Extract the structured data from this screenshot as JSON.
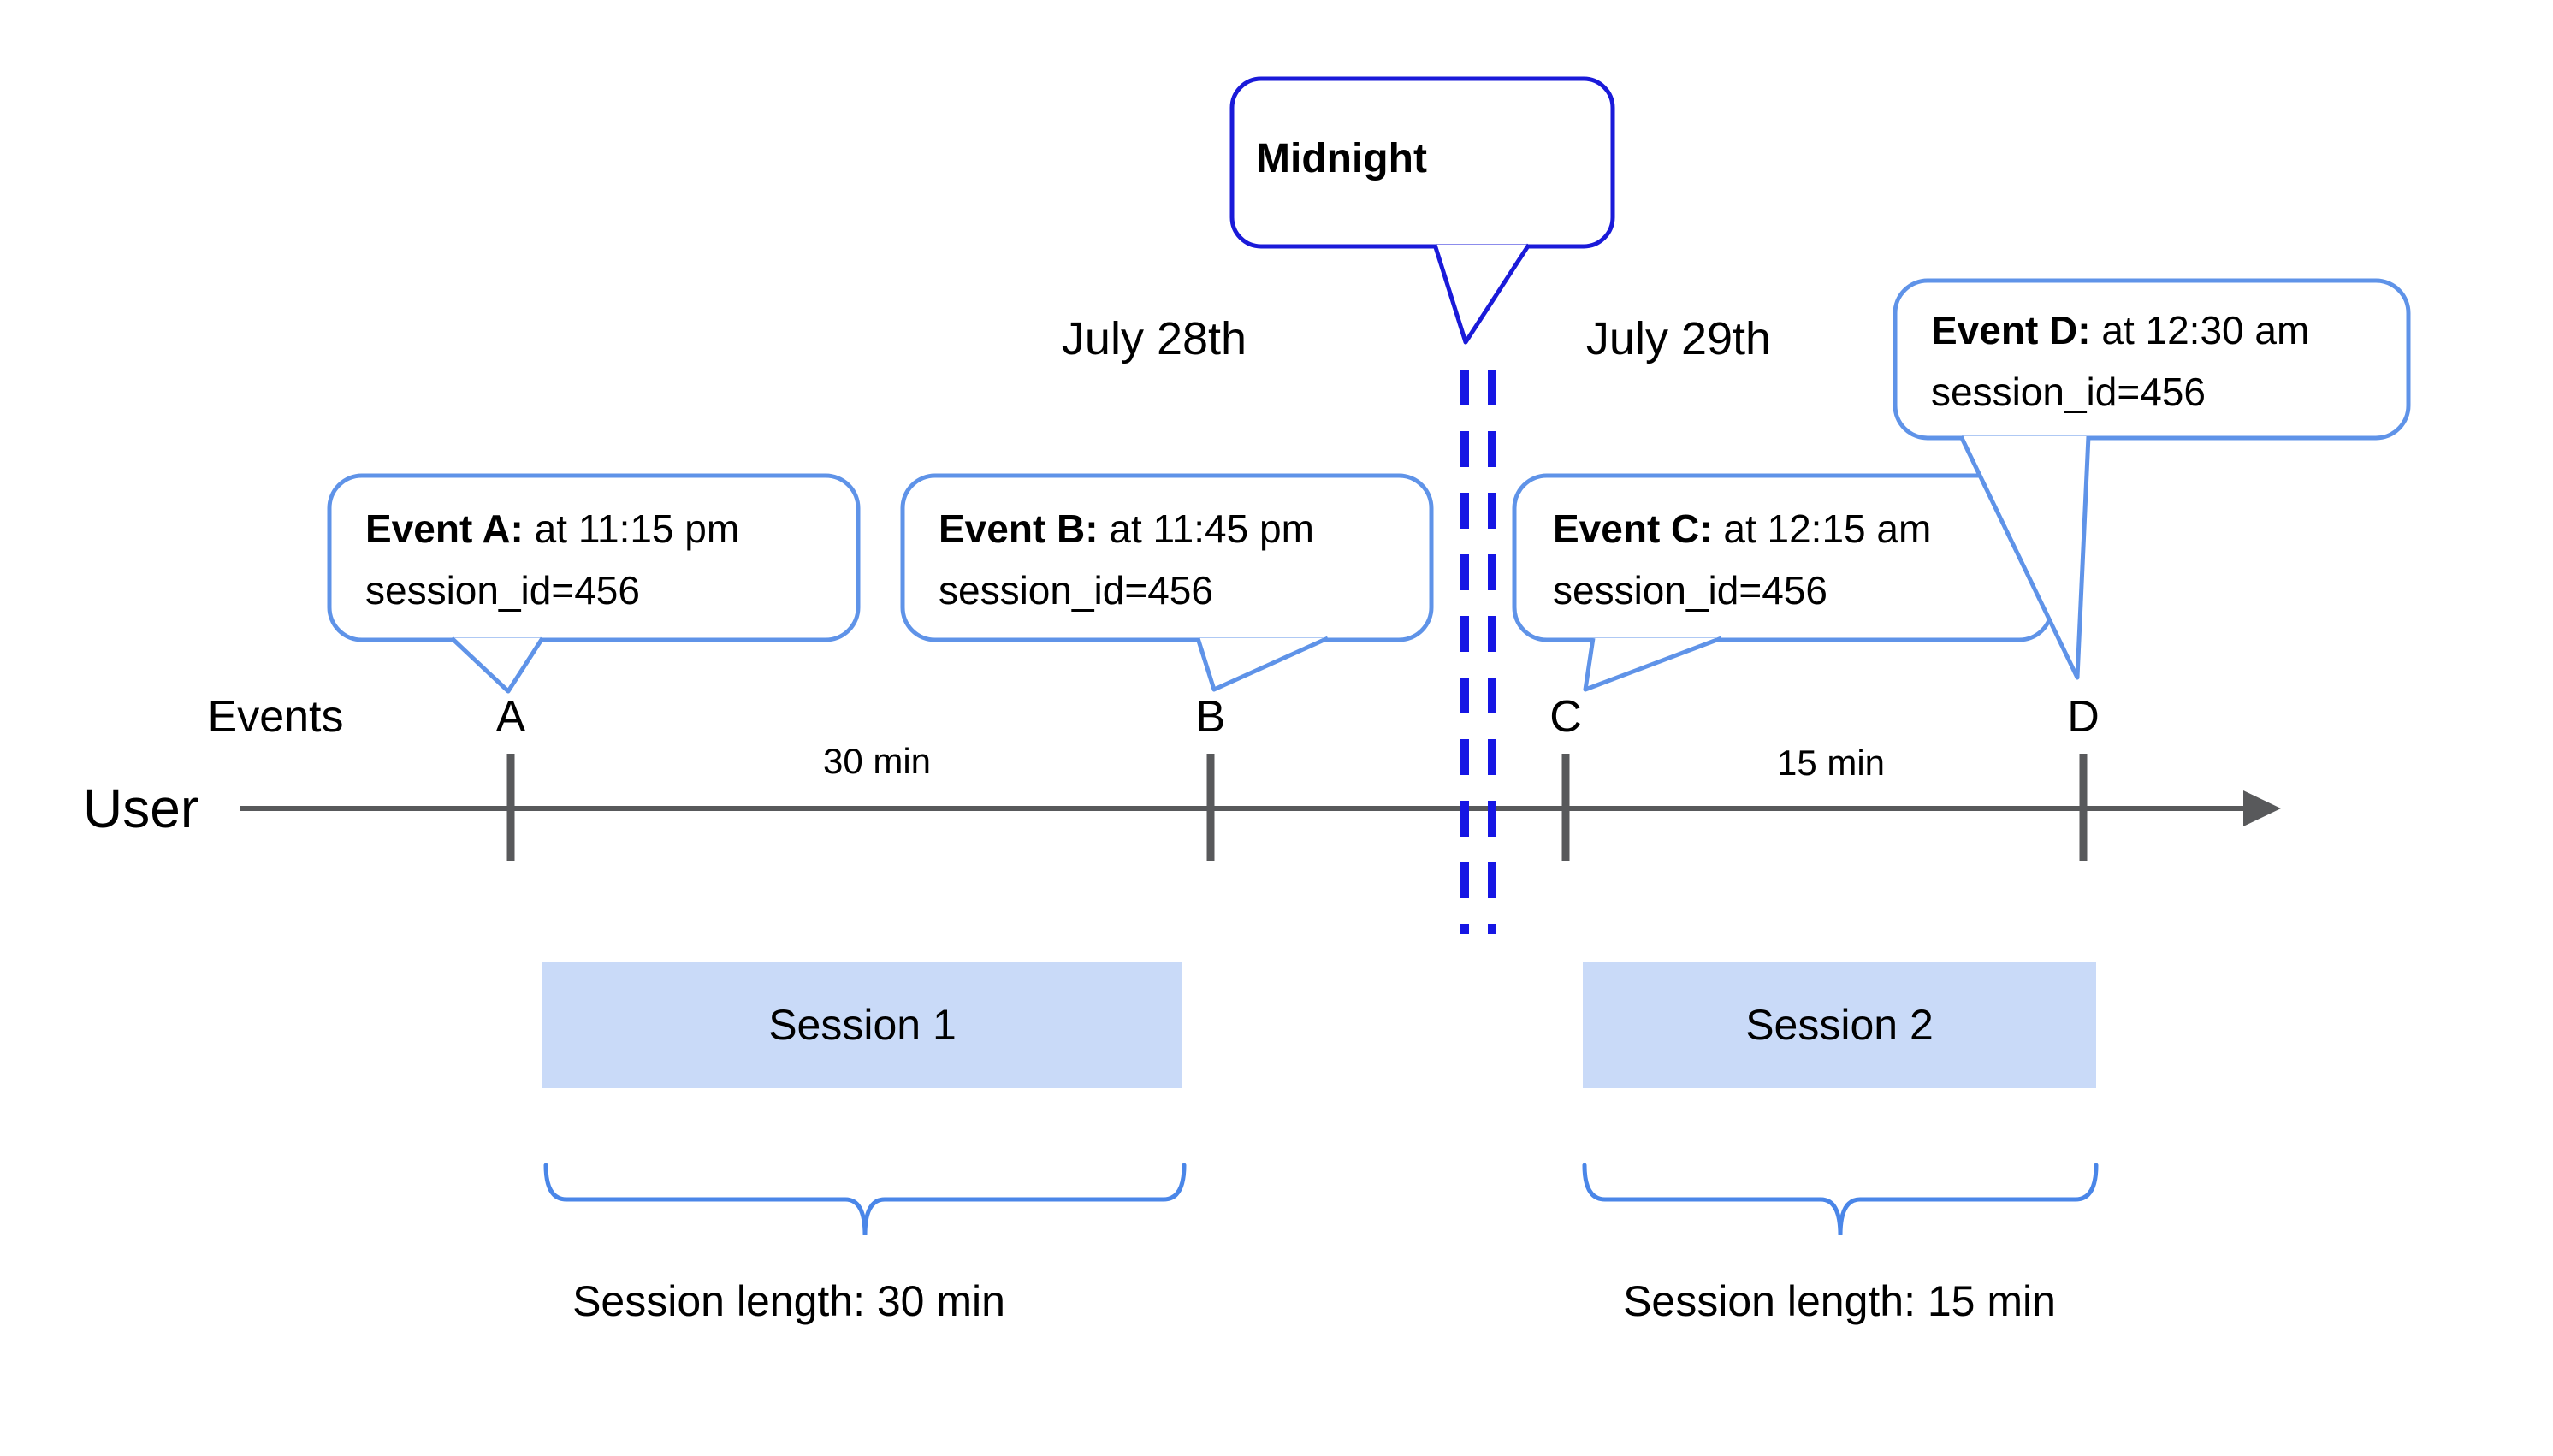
{
  "colors": {
    "text": "#000000",
    "axis": "#58595b",
    "dash": "#1616e4",
    "callout_border": "#5f93e8",
    "midnight_border": "#1a1ad9",
    "bubble_fill": "#ffffff",
    "session_fill": "#c9daf8",
    "brace": "#4a86e8"
  },
  "icons": {
    "axis_arrow": "arrow-right-icon"
  },
  "dates": {
    "left": "July 28th",
    "right": "July 29th"
  },
  "midnight": {
    "label": "Midnight"
  },
  "callouts": [
    {
      "title": "Event A:",
      "time": " at 11:15 pm",
      "session": "session_id=456"
    },
    {
      "title": "Event B:",
      "time": " at 11:45 pm",
      "session": "session_id=456"
    },
    {
      "title": "Event C:",
      "time": " at 12:15 am",
      "session": "session_id=456"
    },
    {
      "title": "Event D:",
      "time": " at 12:30 am",
      "session": "session_id=456"
    }
  ],
  "timeline": {
    "events_label": "Events",
    "user_label": "User",
    "ticks": [
      {
        "label": "A"
      },
      {
        "label": "B"
      },
      {
        "label": "C"
      },
      {
        "label": "D"
      }
    ],
    "gap_labels": [
      "30 min",
      "15 min"
    ]
  },
  "sessions": [
    {
      "label": "Session 1",
      "length_label": "Session length: 30 min"
    },
    {
      "label": "Session 2",
      "length_label": "Session length: 15 min"
    }
  ]
}
